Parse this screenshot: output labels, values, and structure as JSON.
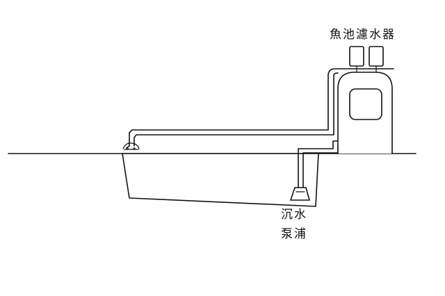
{
  "labels": {
    "filter": "魚池濾水器",
    "pump_line1": "沉水",
    "pump_line2": "泵浦"
  }
}
